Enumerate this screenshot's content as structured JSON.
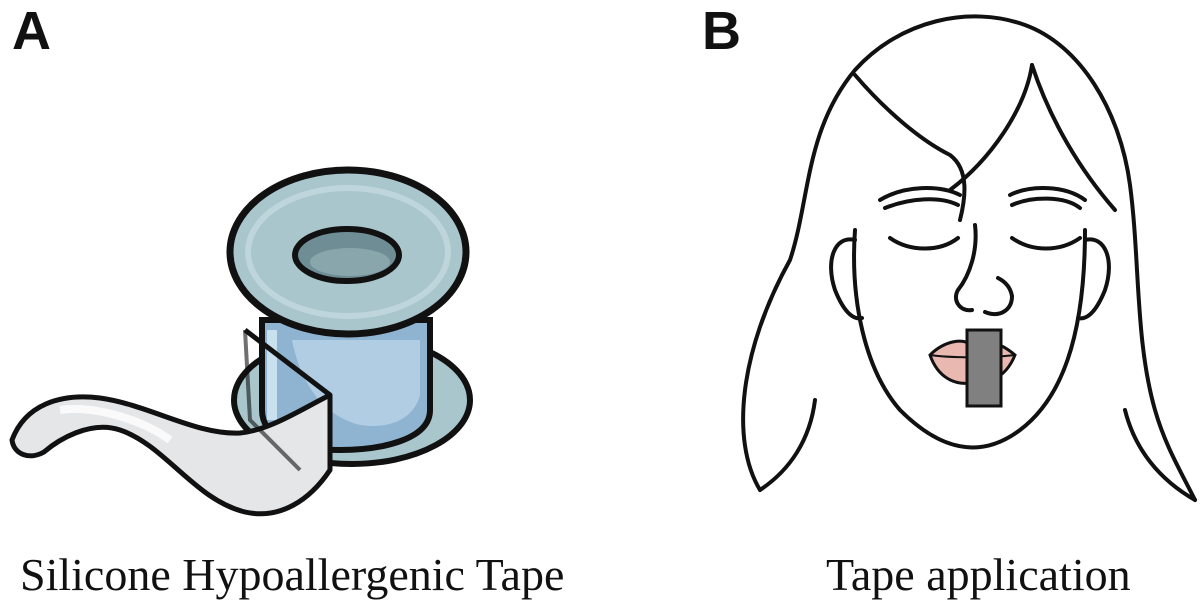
{
  "figure": {
    "panels": [
      {
        "letter": "A",
        "caption": "Silicone Hypoallergenic Tape",
        "illustration": "tape-roll-icon"
      },
      {
        "letter": "B",
        "caption": "Tape application",
        "illustration": "face-with-mouth-tape-icon"
      }
    ]
  },
  "colors": {
    "outline": "#111111",
    "spool": "#a9c6cc",
    "spool_shadow": "#8fb0b8",
    "core": "#6f8d95",
    "tape_wound": "#8fb4d2",
    "tape_strip": "#e4e6e8",
    "lips": "#e8b8b1",
    "mouth_tape": "#808080"
  }
}
